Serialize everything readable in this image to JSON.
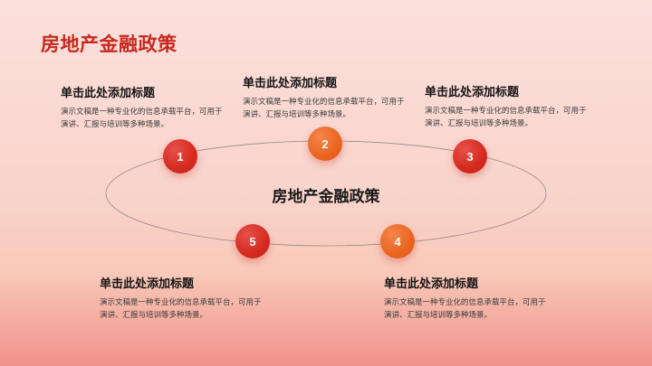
{
  "slide": {
    "title": "房地产金融政策",
    "center_title": "房地产金融政策",
    "colors": {
      "title": "#c8281e",
      "node_red": "#d42a20",
      "node_orange": "#ea6420",
      "ellipse_stroke": "#9a8a86"
    }
  },
  "nodes": [
    {
      "number": "1",
      "color": "red"
    },
    {
      "number": "2",
      "color": "orange"
    },
    {
      "number": "3",
      "color": "red"
    },
    {
      "number": "4",
      "color": "orange"
    },
    {
      "number": "5",
      "color": "red"
    }
  ],
  "blocks": [
    {
      "title": "单击此处添加标题",
      "text": "演示文稿是一种专业化的信息承载平台，可用于演讲、汇报与培训等多种场景。"
    },
    {
      "title": "单击此处添加标题",
      "text": "演示文稿是一种专业化的信息承载平台，可用于演讲、汇报与培训等多种场景。"
    },
    {
      "title": "单击此处添加标题",
      "text": "演示文稿是一种专业化的信息承载平台，可用于演讲、汇报与培训等多种场景。"
    },
    {
      "title": "单击此处添加标题",
      "text": "演示文稿是一种专业化的信息承载平台，可用于演讲、汇报与培训等多种场景。"
    },
    {
      "title": "单击此处添加标题",
      "text": "演示文稿是一种专业化的信息承载平台，可用于演讲、汇报与培训等多种场景。"
    }
  ]
}
